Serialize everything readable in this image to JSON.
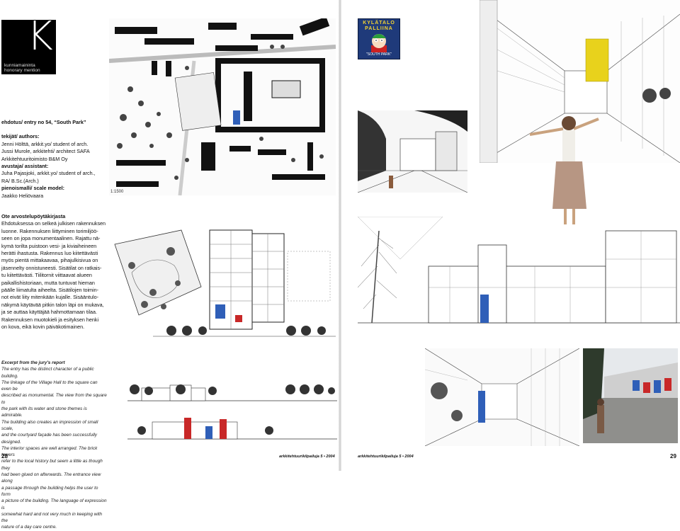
{
  "badge": {
    "letter": "K",
    "line1": "kunniamaininta",
    "line2": "honorary mention"
  },
  "entry": {
    "title": "ehdotus/ entry no 54, “South Park”",
    "authors_heading": "tekijät/ authors:",
    "authors": [
      "Jenni Hölttä, arkkit.yo/ student of arch.",
      "Jussi Murole, arkkitehti/ architect SAFA",
      "Arkkitehtuuritoimisto B&M Oy"
    ],
    "assistant_heading": "avustaja/ assistant:",
    "assistants": [
      "Juha Pajasjoki, arkkit.yo/ student of arch.,",
      "RA/ B.Sc.(Arch.)"
    ],
    "model_heading": "pienoismalli/ scale model:",
    "model_maker": "Jaakko Heliövaara"
  },
  "site_plan": {
    "scale_label": "1:1500"
  },
  "jury_fi": {
    "heading": "Ote arvostelupöytäkirjasta",
    "lines": [
      "Ehdotuksessa on selkeä julkisen rakennuksen",
      "luonne. Rakennuksen liittyminen torimiljöö-",
      "seen on jopa monumentaalinen. Rajattu nä-",
      "kymä torilta puistoon vesi- ja kiviaiheineen",
      "herätti ihastusta. Rakennus luo kiitettävästi",
      "myös pientä mittakaavaa, pihajulkisivua on",
      "jäsennelty onnistuneesti. Sisätilat on ratkais-",
      "tu kiitettävästi. Tiilitornit viittaavat alueen",
      "paikallishistoriaan, mutta tuntuvat hieman",
      "päälle liimatulta aiheelta. Sisätilojen toimin-",
      "not eivät liity mitenkään kujalle. Sisääntulo-",
      "näkymä käytävää pitkin talon läpi on mukava,",
      "ja se auttaa käyttäjää hahmottamaan tilaa.",
      "Rakennuksen muotokieli ja esityksen henki",
      "on kova, eikä kovin päiväkotimainen."
    ]
  },
  "jury_en": {
    "heading": "Excerpt from the jury's report",
    "lines": [
      "The entry has the distinct character of a public building.",
      "The linkage of the Village Hall to the square can even be",
      "described as monumental. The view from the square to",
      "the park with its water and stone themes is admirable.",
      "The building also creates an impression of small scale,",
      "and the courtyard façade has been successfully designed.",
      "The interior spaces are well arranged. The brick towers",
      "refer to the local history but seem a little as though they",
      "had been glued on afterwards. The entrance view along",
      "a passage through the building helps the user to form",
      "a picture of the building. The language of expression is",
      "somewhat hard and not very much in keeping with the",
      "nature of a day care centre."
    ]
  },
  "poster": {
    "title_line1": "KYLÄTALO",
    "title_line2": "PALLIINA",
    "caption": "\"SOUTH PARK\""
  },
  "footer": {
    "left_page": "28",
    "left_mag": "arkkitehtuurikilpailuja  5 • 2004",
    "right_mag": "arkkitehtuurikilpailuja  5 • 2004",
    "right_page": "29"
  },
  "colors": {
    "poster_bg": "#1f3a7a",
    "poster_title": "#f4d431",
    "accent_yellow": "#e8d21c",
    "accent_blue": "#2f5fb8",
    "accent_red": "#c82828"
  }
}
